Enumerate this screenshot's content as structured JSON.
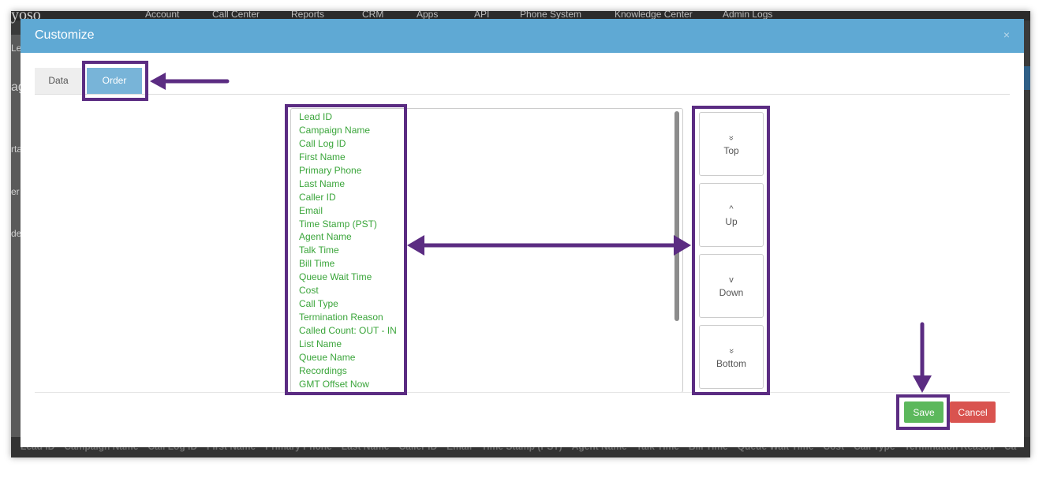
{
  "background": {
    "logo": "yoso",
    "nav": [
      "Account",
      "Call Center",
      "Reports",
      "CRM",
      "Apps",
      "API",
      "Phone System",
      "Knowledge Center",
      "Admin Logs"
    ],
    "left_fragments": [
      "Le",
      "ag",
      "rta",
      "er",
      "de"
    ],
    "table_columns": [
      "Lead ID",
      "Campaign Name",
      "Call Log ID",
      "First Name",
      "Primary Phone",
      "Last Name",
      "Caller ID",
      "Email",
      "Time Stamp (PST)",
      "Agent Name",
      "Talk Time",
      "Bill Time",
      "Queue Wait Time",
      "Cost",
      "Call Type",
      "Termination Reason",
      "Ca"
    ]
  },
  "modal": {
    "title": "Customize",
    "close": "×",
    "tabs": {
      "data": "Data",
      "order": "Order"
    },
    "fields": [
      "Lead ID",
      "Campaign Name",
      "Call Log ID",
      "First Name",
      "Primary Phone",
      "Last Name",
      "Caller ID",
      "Email",
      "Time Stamp (PST)",
      "Agent Name",
      "Talk Time",
      "Bill Time",
      "Queue Wait Time",
      "Cost",
      "Call Type",
      "Termination Reason",
      "Called Count: OUT - IN",
      "List Name",
      "Queue Name",
      "Recordings",
      "GMT Offset Now"
    ],
    "move_buttons": {
      "top": {
        "icon": "«",
        "label": "Top"
      },
      "up": {
        "icon": "^",
        "label": "Up"
      },
      "down": {
        "icon": "v",
        "label": "Down"
      },
      "bottom": {
        "icon": "»",
        "label": "Bottom"
      }
    },
    "save_label": "Save",
    "cancel_label": "Cancel"
  },
  "colors": {
    "header": "#5fa9d4",
    "field_text": "#3aa53a",
    "save": "#5cb85c",
    "cancel": "#d9534f",
    "annotation": "#5b2c82"
  }
}
